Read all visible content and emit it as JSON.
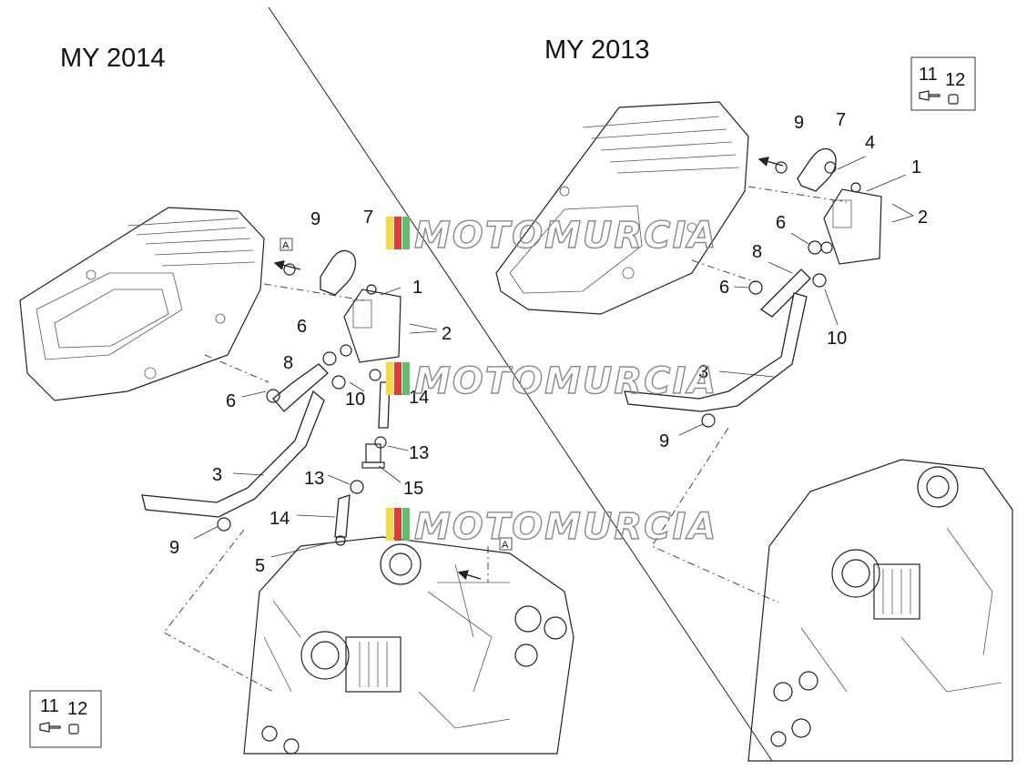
{
  "titles": {
    "left": "MY 2014",
    "right": "MY 2013"
  },
  "watermark": "MOTOMURCIA",
  "ref_marker": "A",
  "labels": {
    "l1": "1",
    "l2": "2",
    "l3": "3",
    "l5": "5",
    "l6a": "6",
    "l6b": "6",
    "l7": "7",
    "l8": "8",
    "l9a": "9",
    "l9b": "9",
    "l10": "10",
    "l13a": "13",
    "l13b": "13",
    "l14a": "14",
    "l14b": "14",
    "l15": "15",
    "r1": "1",
    "r2": "2",
    "r3": "3",
    "r4": "4",
    "r6a": "6",
    "r6b": "6",
    "r7": "7",
    "r8": "8",
    "r9a": "9",
    "r9b": "9",
    "r10": "10"
  },
  "boxes": {
    "bottom_left": {
      "a": "11",
      "b": "12"
    },
    "top_right": {
      "a": "11",
      "b": "12"
    }
  },
  "colors": {
    "watermark_red": "#e53935",
    "watermark_yellow": "#f2d94e",
    "watermark_green": "#5cbf6a"
  }
}
